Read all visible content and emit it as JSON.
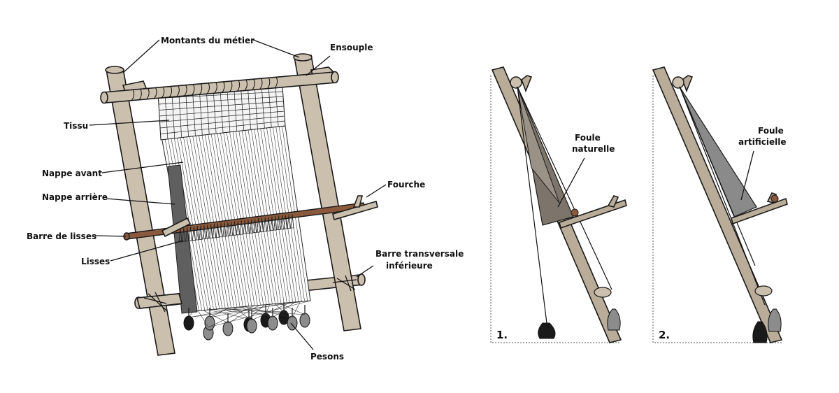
{
  "labels": {
    "montants": "Montants du métier",
    "ensouple": "Ensouple",
    "tissu": "Tissu",
    "nappe_avant": "Nappe avant",
    "nappe_arriere": "Nappe arrière",
    "fourche": "Fourche",
    "barre_lisses": "Barre de lisses",
    "lisses": "Lisses",
    "barre_transversale_1": "Barre transversale",
    "barre_transversale_2": "inférieure",
    "pesons": "Pesons"
  },
  "side_view_1": {
    "number": "1.",
    "label_line1": "Foule",
    "label_line2": "naturelle"
  },
  "side_view_2": {
    "number": "2.",
    "label_line1": "Foule",
    "label_line2": "artificielle"
  },
  "colors": {
    "wood": "#cbbfae",
    "rod": "#8b5a3c",
    "shed_natural": "#7d756b",
    "shed_artificial": "#8a8a8a",
    "weight_dark": "#1a1a1a",
    "weight_grey": "#8c8c8c"
  }
}
